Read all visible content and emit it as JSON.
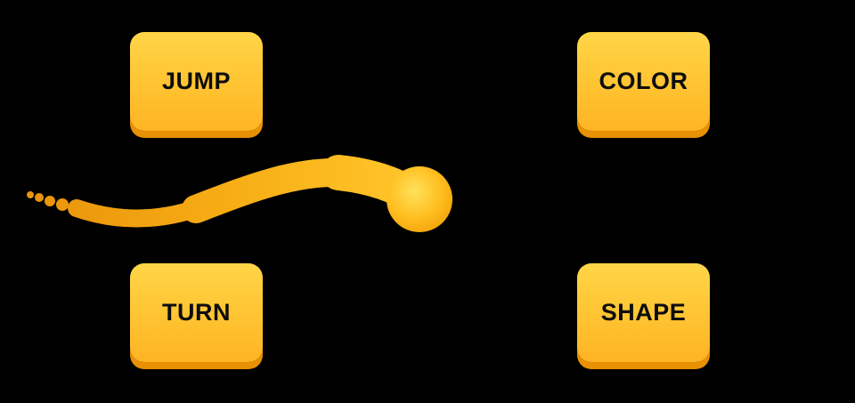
{
  "app": {
    "name": "coding-game-canvas",
    "background": "#000000"
  },
  "buttons": [
    {
      "id": "jump",
      "label": "JUMP"
    },
    {
      "id": "color",
      "label": "COLOR"
    },
    {
      "id": "turn",
      "label": "TURN"
    },
    {
      "id": "shape",
      "label": "SHAPE"
    }
  ],
  "sprite": {
    "name": "snake-trail-with-ball"
  },
  "colors": {
    "button_top": "#FFD648",
    "button_bottom": "#FFB424",
    "button_edge": "#E89104",
    "label_text": "#0D0D0D",
    "trail_tail": "#E8930B",
    "trail_mid": "#F7AC14",
    "trail_head": "#FFC62B",
    "ball_center": "#FFE15A",
    "ball_mid": "#FFBE1F",
    "ball_edge": "#EF9D05"
  }
}
